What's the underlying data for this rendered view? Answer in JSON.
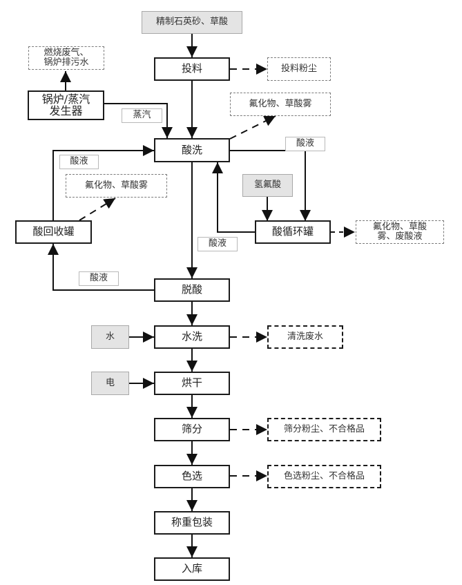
{
  "diagram": {
    "title": "石英砂酸洗提纯生产工艺流程及产污节点图",
    "inputs": {
      "raw_material": "精制石英砂、草酸",
      "hydrofluoric_acid": "氢氟酸",
      "water": "水",
      "electricity": "电"
    },
    "processes": {
      "feeding": "投料",
      "boiler": "锅炉/蒸汽\n发生器",
      "pickling": "酸洗",
      "acid_recovery_tank": "酸回收罐",
      "acid_circulation_tank": "酸循环罐",
      "deacidification": "脱酸",
      "water_washing": "水洗",
      "drying": "烘干",
      "screening": "筛分",
      "color_sorting": "色选",
      "weighing_packing": "称重包装",
      "warehousing": "入库"
    },
    "outputs": {
      "boiler_emissions": "燃烧废气、\n锅炉排污水",
      "feeding_dust": "投料粉尘",
      "pickling_mist": "氟化物、草酸雾",
      "recovery_mist": "氟化物、草酸雾",
      "circulation_waste": "氟化物、草酸\n雾、废酸液",
      "wash_wastewater": "清洗废水",
      "screening_waste": "筛分粉尘、不合格品",
      "sorting_waste": "色选粉尘、不合格品"
    },
    "flow_labels": {
      "steam": "蒸汽",
      "acid_to_pickling": "酸液",
      "acid_to_circulation": "酸液",
      "acid_circulation_return": "酸液",
      "acid_to_recovery": "酸液"
    },
    "edges": [
      {
        "from": "raw_material",
        "to": "feeding",
        "style": "solid"
      },
      {
        "from": "feeding",
        "to": "feeding_dust",
        "style": "dashed"
      },
      {
        "from": "feeding",
        "to": "pickling",
        "style": "solid"
      },
      {
        "from": "boiler",
        "to": "boiler_emissions",
        "style": "solid"
      },
      {
        "from": "boiler",
        "to": "pickling",
        "style": "solid",
        "label": "steam"
      },
      {
        "from": "pickling",
        "to": "pickling_mist",
        "style": "dashed"
      },
      {
        "from": "pickling",
        "to": "acid_circulation_tank",
        "style": "solid",
        "label": "acid_to_circulation"
      },
      {
        "from": "hydrofluoric_acid",
        "to": "acid_circulation_tank",
        "style": "solid"
      },
      {
        "from": "acid_circulation_tank",
        "to": "pickling",
        "style": "solid",
        "label": "acid_circulation_return"
      },
      {
        "from": "acid_circulation_tank",
        "to": "circulation_waste",
        "style": "dashed"
      },
      {
        "from": "acid_recovery_tank",
        "to": "pickling",
        "style": "solid",
        "label": "acid_to_pickling"
      },
      {
        "from": "acid_recovery_tank",
        "to": "recovery_mist",
        "style": "dashed"
      },
      {
        "from": "pickling",
        "to": "deacidification",
        "style": "solid"
      },
      {
        "from": "deacidification",
        "to": "acid_recovery_tank",
        "style": "solid",
        "label": "acid_to_recovery"
      },
      {
        "from": "deacidification",
        "to": "water_washing",
        "style": "solid"
      },
      {
        "from": "water",
        "to": "water_washing",
        "style": "solid"
      },
      {
        "from": "water_washing",
        "to": "wash_wastewater",
        "style": "dashed"
      },
      {
        "from": "water_washing",
        "to": "drying",
        "style": "solid"
      },
      {
        "from": "electricity",
        "to": "drying",
        "style": "solid"
      },
      {
        "from": "drying",
        "to": "screening",
        "style": "solid"
      },
      {
        "from": "screening",
        "to": "screening_waste",
        "style": "dashed"
      },
      {
        "from": "screening",
        "to": "color_sorting",
        "style": "solid"
      },
      {
        "from": "color_sorting",
        "to": "sorting_waste",
        "style": "dashed"
      },
      {
        "from": "color_sorting",
        "to": "weighing_packing",
        "style": "solid"
      },
      {
        "from": "weighing_packing",
        "to": "warehousing",
        "style": "solid"
      }
    ]
  }
}
